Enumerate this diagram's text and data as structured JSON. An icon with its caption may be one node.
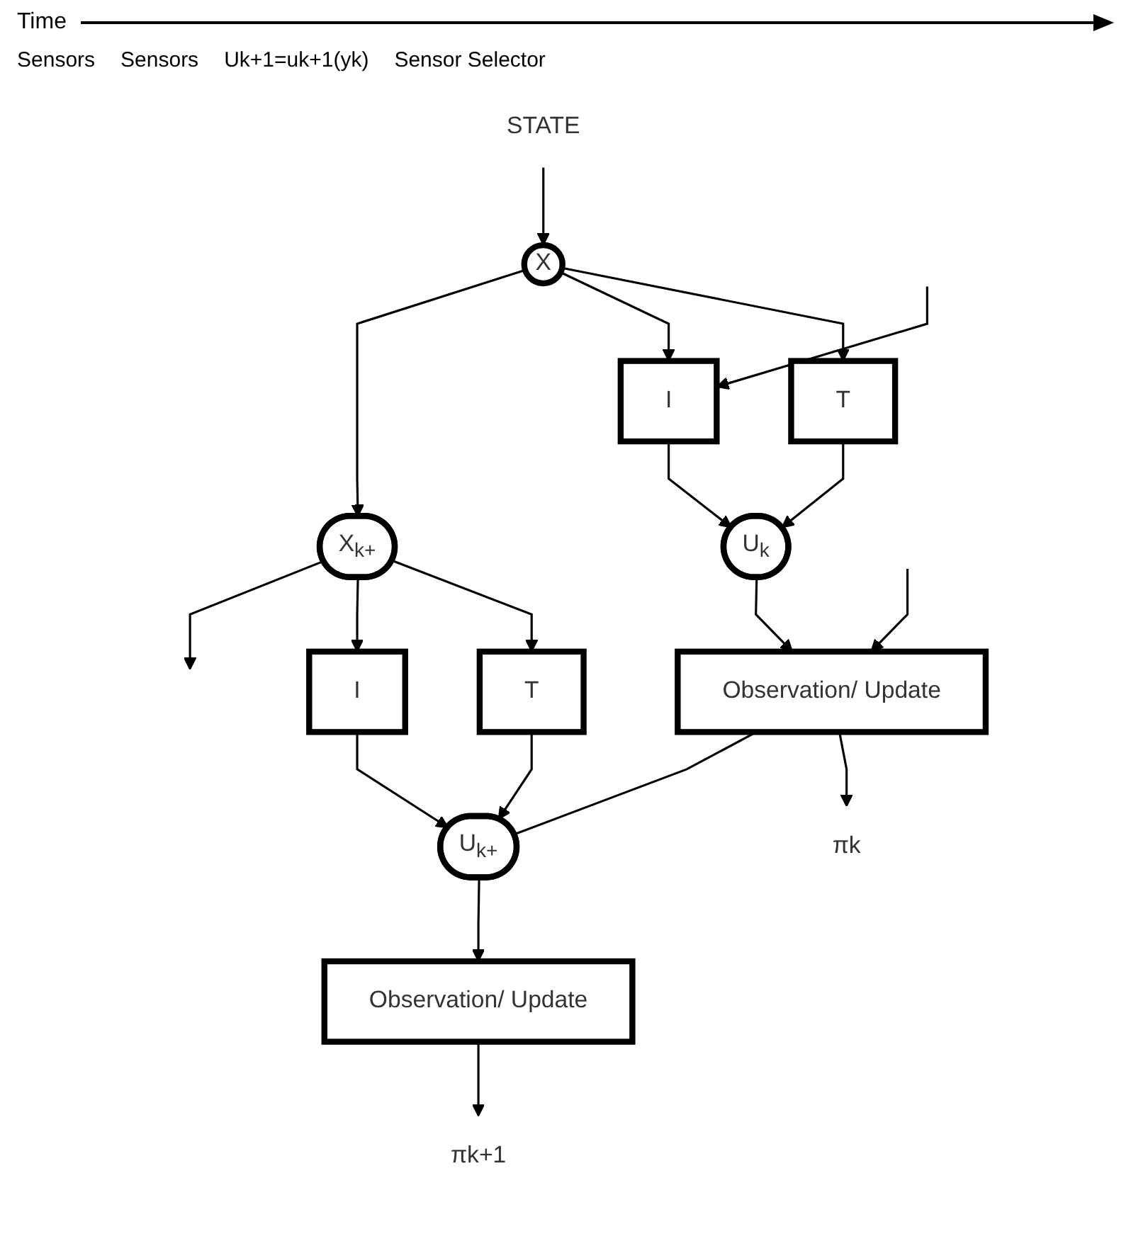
{
  "diagram": {
    "nodes": [
      {
        "text": [
          "STATE"
        ]
      },
      {
        "text": [
          "X"
        ]
      },
      {
        "text": [
          "X$_{k+}$"
        ]
      },
      {
        "text": [
          "I"
        ]
      },
      {
        "text": [
          "T"
        ]
      },
      {
        "text": [
          "U$_{k}$"
        ]
      },
      {
        "text": [
          "Observation/ Update"
        ]
      },
      {
        "text": [
          "I"
        ]
      },
      {
        "text": [
          "T"
        ]
      },
      {
        "text": [
          "U$_{k+}$"
        ]
      },
      {
        "text": [
          "Observation/ Update"
        ]
      },
      {
        "text": [
          "πk"
        ]
      },
      {
        "text": [
          "πk+1"
        ]
      }
    ],
    "edges": [
      {
        "from": 0,
        "to": 1,
        "arrow": "to"
      },
      {
        "from": 1,
        "to": 2,
        "arrow": "to"
      },
      {
        "from": 2,
        "to": null,
        "arrow": "to"
      },
      {
        "from": 1,
        "to": 3,
        "arrow": "to"
      },
      {
        "from": 1,
        "to": 4,
        "arrow": "to"
      },
      {
        "from": null,
        "to": 3,
        "arrow": "to"
      },
      {
        "from": 2,
        "to": 7,
        "arrow": "to"
      },
      {
        "from": 2,
        "to": 8,
        "arrow": "to"
      },
      {
        "from": 3,
        "to": 5,
        "arrow": "to"
      },
      {
        "from": 4,
        "to": 5,
        "arrow": "to"
      },
      {
        "from": 7,
        "to": 9,
        "arrow": "to"
      },
      {
        "from": 8,
        "to": 9,
        "arrow": "to"
      },
      {
        "from": 5,
        "to": 6,
        "arrow": "to"
      },
      {
        "from": null,
        "to": 6,
        "arrow": "to"
      },
      {
        "from": 6,
        "to": 9,
        "arrow": "none"
      },
      {
        "from": 9,
        "to": 10,
        "arrow": "to"
      },
      {
        "from": 6,
        "to": 11,
        "arrow": "to"
      },
      {
        "from": 10,
        "to": 12,
        "arrow": "to"
      }
    ],
    "labels": [
      "Time",
      "Sensors",
      "Sensors",
      "Uk+1=uk+1(yk)",
      "Sensor Selector"
    ]
  }
}
